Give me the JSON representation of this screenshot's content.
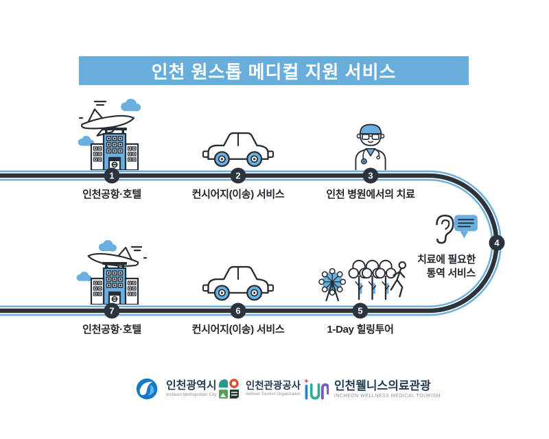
{
  "title": {
    "text": "인천 원스톱 메디컬 지원 서비스"
  },
  "steps": [
    {
      "number": "1",
      "label": "인천공항·호텔",
      "icon": "airplane-hotel-icon"
    },
    {
      "number": "2",
      "label": "컨시어지(이송) 서비스",
      "icon": "car-icon"
    },
    {
      "number": "3",
      "label": "인천 병원에서의 치료",
      "icon": "doctor-icon"
    },
    {
      "number": "4",
      "label": "치료에 필요한\n통역 서비스",
      "icon": "ear-interpretation-icon"
    },
    {
      "number": "5",
      "label": "1-Day 힐링투어",
      "icon": "healing-tour-icon"
    },
    {
      "number": "6",
      "label": "컨시어지(이송) 서비스",
      "icon": "car-icon"
    },
    {
      "number": "7",
      "label": "인천공항·호텔",
      "icon": "airplane-hotel-icon"
    }
  ],
  "footer": {
    "logos": [
      {
        "korean": "인천광역시",
        "english": "Incheon Metropolitan City"
      },
      {
        "korean": "인천관광공사",
        "english": "Incheon Tourism Organization"
      },
      {
        "korean": "인천웰니스의료관광",
        "english": "INCHEON WELLNESS MEDICAL TOURISM"
      }
    ]
  },
  "colors": {
    "accent_blue": "#6AAFDF",
    "road_dark": "#2B333C",
    "outline_dark": "#262C33",
    "banner_bg": "#67AEDD",
    "banner_text": "#FFFFFF",
    "label_text": "#20262C"
  }
}
